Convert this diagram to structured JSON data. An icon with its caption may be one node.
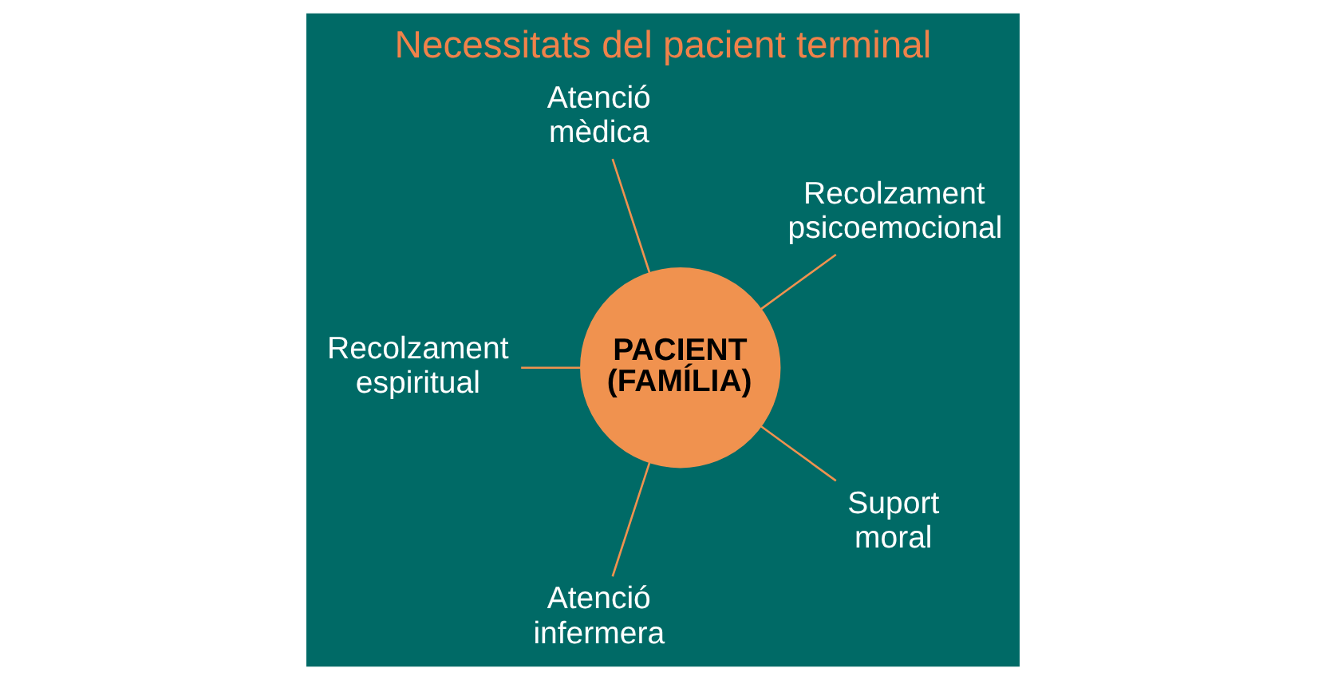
{
  "diagram": {
    "title": "Necessitats del pacient terminal",
    "nodes": [
      {
        "text": [
          "PACIENT (FAMÍLIA)"
        ]
      },
      {
        "text": [
          "Recolzament psicoemocional"
        ]
      },
      {
        "text": [
          "Atenció mèdica"
        ]
      },
      {
        "text": [
          "Recolzament espiritual"
        ]
      },
      {
        "text": [
          "Atenció infermera"
        ]
      },
      {
        "text": [
          "Suport moral"
        ]
      }
    ],
    "edges": [
      {
        "from": 0,
        "to": 1,
        "arrow": "none"
      },
      {
        "from": 0,
        "to": 2,
        "arrow": "none"
      },
      {
        "from": 0,
        "to": 3,
        "arrow": "none"
      },
      {
        "from": 0,
        "to": 4,
        "arrow": "none"
      },
      {
        "from": 0,
        "to": 5,
        "arrow": "none"
      }
    ]
  }
}
